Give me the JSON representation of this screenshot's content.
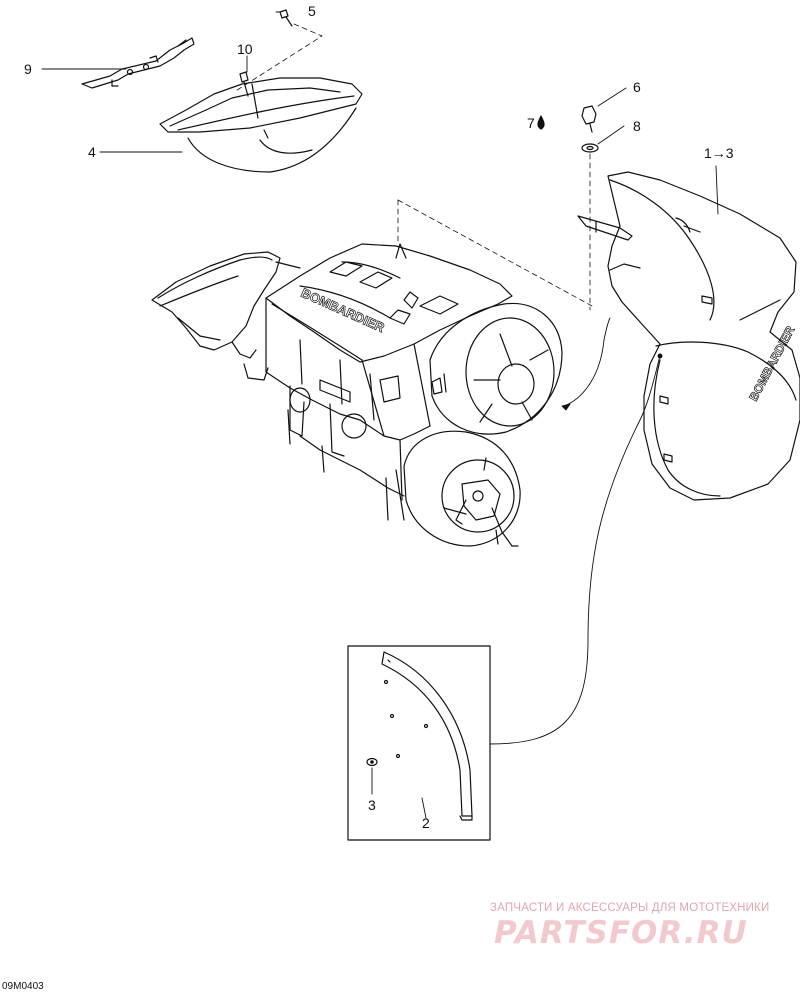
{
  "callouts": {
    "c1": "1",
    "c2": "2",
    "c3": "3",
    "c4": "4",
    "c5": "5",
    "c6": "6",
    "c7": "7",
    "c8": "8",
    "c9": "9",
    "c10": "10",
    "range_1_3": "1→3"
  },
  "engine_brand": "BOMBARDIER",
  "fan_housing_brand": "BOMBARDIER",
  "watermark": {
    "top_line": "ЗАПЧАСТИ И АКСЕССУАРЫ ДЛЯ МОТОТЕХНИКИ",
    "brand": "PARTSFOR.RU"
  },
  "figure_code": "09M0403"
}
